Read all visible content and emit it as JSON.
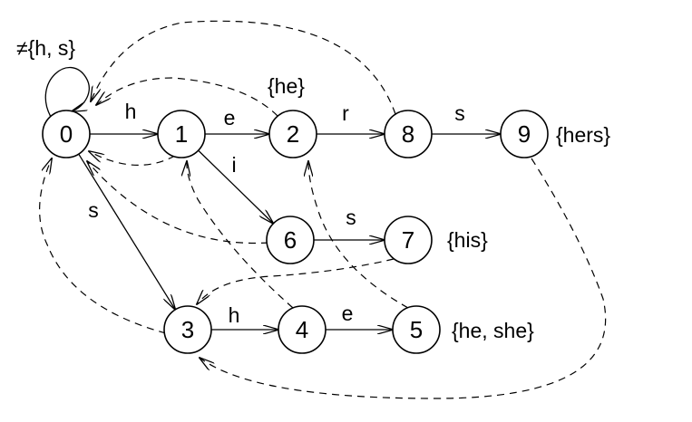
{
  "diagram": {
    "root_loop_label": "≠{h, s}",
    "states": [
      {
        "id": "0",
        "label": "0",
        "output": ""
      },
      {
        "id": "1",
        "label": "1",
        "output": ""
      },
      {
        "id": "2",
        "label": "2",
        "output": "{he}"
      },
      {
        "id": "3",
        "label": "3",
        "output": ""
      },
      {
        "id": "4",
        "label": "4",
        "output": ""
      },
      {
        "id": "5",
        "label": "5",
        "output": "{he, she}"
      },
      {
        "id": "6",
        "label": "6",
        "output": ""
      },
      {
        "id": "7",
        "label": "7",
        "output": "{his}"
      },
      {
        "id": "8",
        "label": "8",
        "output": ""
      },
      {
        "id": "9",
        "label": "9",
        "output": "{hers}"
      }
    ],
    "goto_edges": [
      {
        "from": "0",
        "to": "1",
        "label": "h"
      },
      {
        "from": "1",
        "to": "2",
        "label": "e"
      },
      {
        "from": "2",
        "to": "8",
        "label": "r"
      },
      {
        "from": "8",
        "to": "9",
        "label": "s"
      },
      {
        "from": "1",
        "to": "6",
        "label": "i"
      },
      {
        "from": "6",
        "to": "7",
        "label": "s"
      },
      {
        "from": "0",
        "to": "3",
        "label": "s"
      },
      {
        "from": "3",
        "to": "4",
        "label": "h"
      },
      {
        "from": "4",
        "to": "5",
        "label": "e"
      }
    ],
    "failure_edges": [
      {
        "from": "1",
        "to": "0"
      },
      {
        "from": "2",
        "to": "0"
      },
      {
        "from": "8",
        "to": "0"
      },
      {
        "from": "6",
        "to": "0"
      },
      {
        "from": "3",
        "to": "0"
      },
      {
        "from": "4",
        "to": "1"
      },
      {
        "from": "5",
        "to": "2"
      },
      {
        "from": "7",
        "to": "3"
      },
      {
        "from": "9",
        "to": "3"
      }
    ]
  }
}
